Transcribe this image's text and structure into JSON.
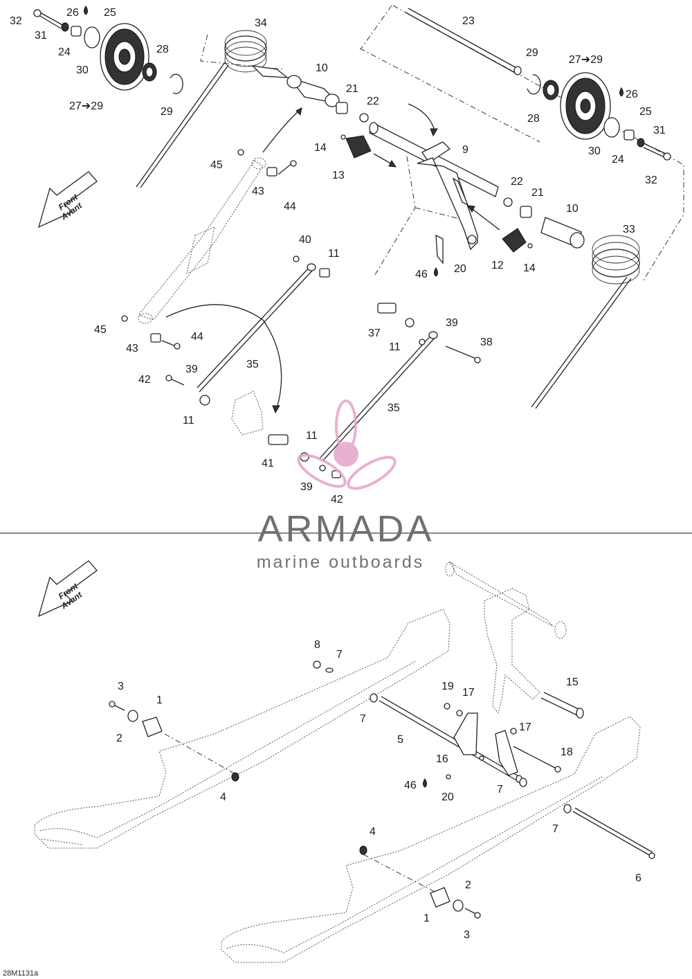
{
  "drawing_ref": "28M1131a",
  "watermark": {
    "brand": "ARMADA",
    "tagline": "marine outboards",
    "color": "#e6a3c8"
  },
  "direction_arrow": {
    "line1": "Front",
    "line2": "Avant"
  },
  "labels": {
    "n1": "1",
    "n2": "2",
    "n3": "3",
    "n4": "4",
    "n5": "5",
    "n6": "6",
    "n7": "7",
    "n8": "8",
    "n9": "9",
    "n10": "10",
    "n11": "11",
    "n12": "12",
    "n13": "13",
    "n14": "14",
    "n15": "15",
    "n16": "16",
    "n17": "17",
    "n18": "18",
    "n19": "19",
    "n20": "20",
    "n21": "21",
    "n22": "22",
    "n23": "23",
    "n24": "24",
    "n25": "25",
    "n26": "26",
    "n27_29": "27➔29",
    "n28": "28",
    "n29": "29",
    "n30": "30",
    "n31": "31",
    "n32": "32",
    "n33": "33",
    "n34": "34",
    "n35": "35",
    "n37": "37",
    "n38": "38",
    "n39": "39",
    "n40": "40",
    "n41": "41",
    "n42": "42",
    "n43": "43",
    "n44": "44",
    "n45": "45",
    "n46": "46"
  }
}
